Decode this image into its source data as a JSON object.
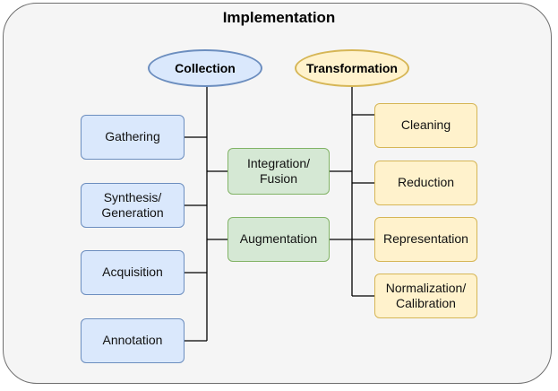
{
  "title": "Implementation",
  "collection": {
    "label": "Collection",
    "items": [
      "Gathering",
      "Synthesis/\nGeneration",
      "Acquisition",
      "Annotation"
    ]
  },
  "transformation": {
    "label": "Transformation",
    "items": [
      "Cleaning",
      "Reduction",
      "Representation",
      "Normalization/\nCalibration"
    ]
  },
  "bridge": {
    "items": [
      "Integration/\nFusion",
      "Augmentation"
    ]
  },
  "colors": {
    "blue_fill": "#dae8fc",
    "blue_stroke": "#6c8ebf",
    "green_fill": "#d5e8d4",
    "green_stroke": "#82b366",
    "yellow_fill": "#fff2cc",
    "yellow_stroke": "#d6b656"
  }
}
